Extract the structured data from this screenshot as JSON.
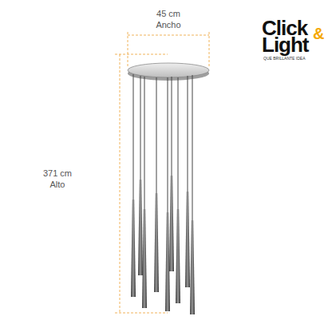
{
  "diagram": {
    "labels": [
      "45 cm",
      "Ancho",
      "371 cm",
      "Alto",
      "Click",
      "&",
      "Light",
      "QUE BRILLANTE IDEA"
    ]
  }
}
